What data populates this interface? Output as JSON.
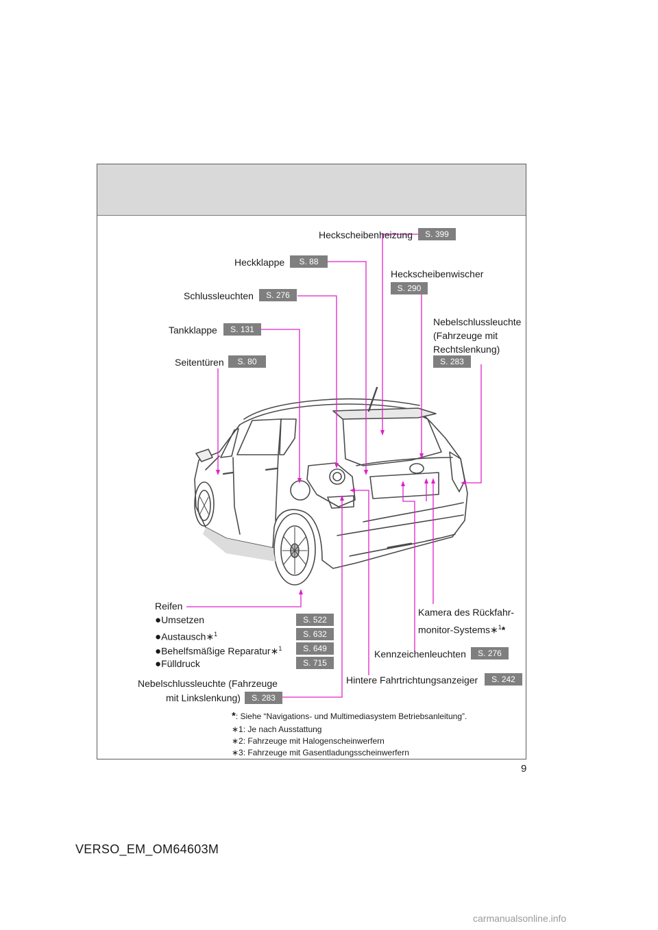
{
  "page_number": "9",
  "doc_id": "VERSO_EM_OM64603M",
  "watermark": "carmanualsonline.info",
  "callouts": {
    "heckscheibenheizung": {
      "label": "Heckscheibenheizung",
      "page": "S. 399"
    },
    "heckklappe": {
      "label": "Heckklappe",
      "page": "S. 88"
    },
    "heckscheibenwischer": {
      "label": "Heckscheibenwischer",
      "page": "S. 290"
    },
    "schlussleuchten": {
      "label": "Schlussleuchten",
      "page": "S. 276"
    },
    "tankklappe": {
      "label": "Tankklappe",
      "page": "S. 131"
    },
    "nebelschluss_rechts": {
      "line1": "Nebelschlussleuchte",
      "line2": "(Fahrzeuge mit",
      "line3": "Rechtslenkung)",
      "page": "S. 283"
    },
    "seitentueren": {
      "label": "Seitentüren",
      "page": "S. 80"
    },
    "reifen": {
      "label": "Reifen",
      "items": [
        {
          "label": "Umsetzen",
          "sup": "",
          "page": "S. 522"
        },
        {
          "label": "Austausch",
          "sup": "1",
          "page": "S. 632"
        },
        {
          "label": "Behelfsmäßige Reparatur",
          "sup": "1",
          "page": "S. 649"
        },
        {
          "label": "Fülldruck",
          "sup": "",
          "page": "S. 715"
        }
      ]
    },
    "kamera": {
      "line1": "Kamera des Rückfahr-",
      "line2": "monitor-Systems",
      "sup": "1"
    },
    "kennzeichenleuchten": {
      "label": "Kennzeichenleuchten",
      "page": "S. 276"
    },
    "hintere_fahrtrichtungsanzeiger": {
      "label": "Hintere Fahrtrichtungsanzeiger",
      "page": "S. 242"
    },
    "nebelschluss_links": {
      "line1": "Nebelschlussleuchte (Fahrzeuge",
      "line2": "mit Linkslenkung)",
      "page": "S. 283"
    }
  },
  "footnotes": [
    {
      "mark": "*",
      "text": ": Siehe “Navigations- und Multimediasystem Betriebsanleitung”."
    },
    {
      "mark": "∗1",
      "text": ": Je nach Ausstattung"
    },
    {
      "mark": "∗2",
      "text": ": Fahrzeuge mit Halogenscheinwerfern"
    },
    {
      "mark": "∗3",
      "text": ": Fahrzeuge mit Gasentladungsscheinwerfern"
    }
  ],
  "colors": {
    "leader": "#e020c8",
    "badge": "#7f7f7f",
    "header_band": "#d9d9d9"
  }
}
